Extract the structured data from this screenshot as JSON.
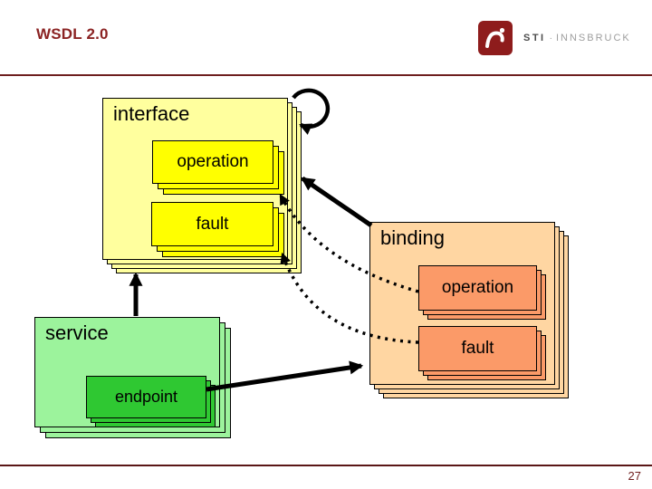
{
  "header": {
    "title": "WSDL 2.0",
    "logo": {
      "primary": "STI",
      "separator": "·",
      "secondary": "INNSBRUCK"
    }
  },
  "footer": {
    "page_number": "27"
  },
  "palette": {
    "accent_maroon": "#8b2323",
    "rule_top": "#6e1f1f",
    "rule_bottom": "#5a1616",
    "logo_red": "#8e1c1c",
    "interface_fill": "#ffff9e",
    "interface_inner_fill": "#ffff00",
    "binding_fill": "#ffd6a2",
    "binding_inner_fill": "#fb9a68",
    "service_fill": "#9cf39c",
    "endpoint_fill": "#2fc832",
    "arrow_color": "#000000"
  },
  "diagram": {
    "nodes": {
      "interface": {
        "label": "interface",
        "fill": "#ffff9e"
      },
      "interface_operation": {
        "label": "operation",
        "fill": "#ffff00"
      },
      "interface_fault": {
        "label": "fault",
        "fill": "#ffff00"
      },
      "binding": {
        "label": "binding",
        "fill": "#ffd6a2"
      },
      "binding_operation": {
        "label": "operation",
        "fill": "#fb9a68"
      },
      "binding_fault": {
        "label": "fault",
        "fill": "#fb9a68"
      },
      "service": {
        "label": "service",
        "fill": "#9cf39c"
      },
      "endpoint": {
        "label": "endpoint",
        "fill": "#2fc832"
      }
    },
    "edges": [
      {
        "from": "service",
        "to": "interface",
        "style": "solid-arrow"
      },
      {
        "from": "endpoint",
        "to": "binding",
        "style": "solid-arrow"
      },
      {
        "from": "binding",
        "to": "interface",
        "style": "solid-arrow"
      },
      {
        "from": "interface",
        "to": "interface",
        "style": "self-loop-arrow"
      },
      {
        "from": "binding_operation",
        "to": "interface_operation",
        "style": "dotted-arrow"
      },
      {
        "from": "binding_fault",
        "to": "interface_fault",
        "style": "dotted-arrow"
      }
    ]
  }
}
